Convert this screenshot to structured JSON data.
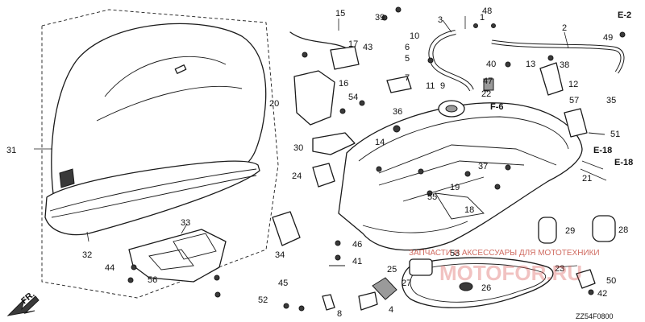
{
  "labels": [
    "1",
    "2",
    "3",
    "4",
    "5",
    "6",
    "7",
    "8",
    "9",
    "10",
    "11",
    "12",
    "13",
    "14",
    "15",
    "16",
    "17",
    "18",
    "19",
    "20",
    "21",
    "22",
    "23",
    "24",
    "25",
    "26",
    "27",
    "28",
    "29",
    "30",
    "31",
    "32",
    "33",
    "34",
    "35",
    "36",
    "37",
    "38",
    "39",
    "40",
    "41",
    "42",
    "43",
    "44",
    "45",
    "46",
    "47",
    "48",
    "49",
    "50",
    "51",
    "52",
    "53",
    "54",
    "55",
    "56",
    "57"
  ],
  "refs": [
    "E-2",
    "E-18",
    "E-18",
    "F-6"
  ],
  "direction_label": "FR.",
  "diagram_code": "ZZ54F0800",
  "watermark": {
    "caption": "ЗАПЧАСТИ И АКСЕССУАРЫ ДЛЯ МОТОТЕХНИКИ",
    "brand": "MOTOFOR.RU"
  }
}
